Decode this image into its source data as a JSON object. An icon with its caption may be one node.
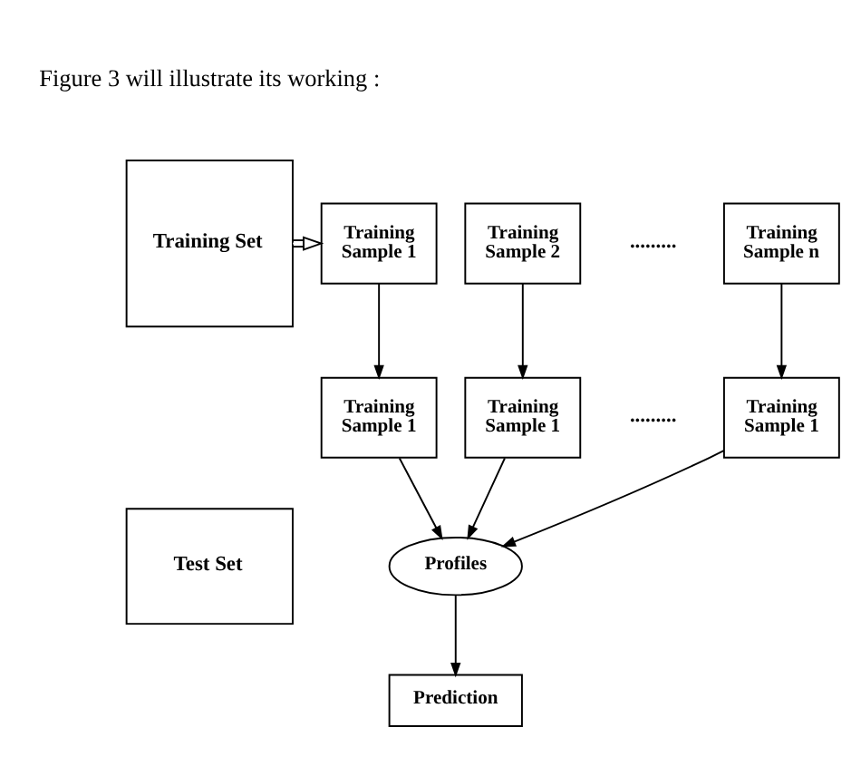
{
  "diagram": {
    "nodes": [
      {
        "text": [
          "Training Set"
        ]
      },
      {
        "text": [
          "Test Set"
        ]
      },
      {
        "text": [
          "Training Sample 1"
        ]
      },
      {
        "text": [
          "Training Sample 2"
        ]
      },
      {
        "text": [
          "Training Sample n"
        ]
      },
      {
        "text": [
          "Training Sample 1"
        ]
      },
      {
        "text": [
          "Training Sample 1"
        ]
      },
      {
        "text": [
          "Training Sample 1"
        ]
      },
      {
        "text": [
          "Profiles"
        ]
      },
      {
        "text": [
          "Prediction"
        ]
      }
    ],
    "edges": [
      {
        "from": 0,
        "to": 2,
        "arrow": "to"
      },
      {
        "from": 2,
        "to": 5,
        "arrow": "to"
      },
      {
        "from": 3,
        "to": 6,
        "arrow": "to"
      },
      {
        "from": 4,
        "to": 7,
        "arrow": "to"
      },
      {
        "from": 5,
        "to": 8,
        "arrow": "to"
      },
      {
        "from": 6,
        "to": 8,
        "arrow": "to"
      },
      {
        "from": 7,
        "to": 8,
        "arrow": "to"
      },
      {
        "from": 8,
        "to": 9,
        "arrow": "to"
      }
    ],
    "labels": [
      "Figure 3 will illustrate its working :",
      ".........",
      "........."
    ]
  }
}
